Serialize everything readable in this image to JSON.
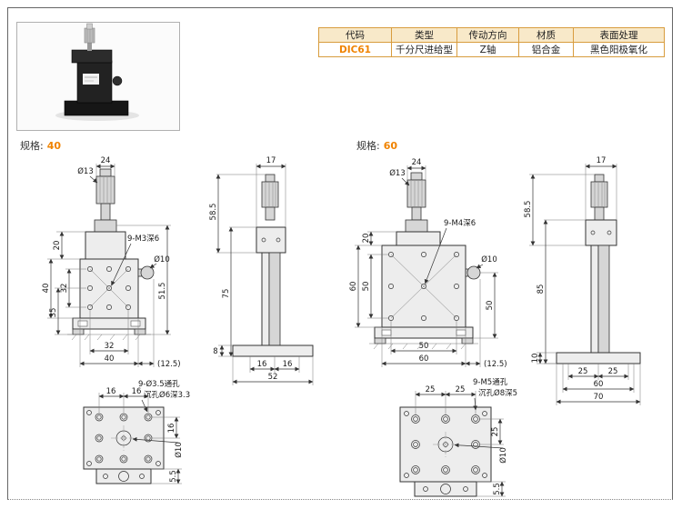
{
  "product_table": {
    "headers": [
      "代码",
      "类型",
      "传动方向",
      "材质",
      "表面处理"
    ],
    "row": {
      "code": "DIC61",
      "type": "千分尺进给型",
      "direction": "Z轴",
      "material": "铝合金",
      "finish": "黑色阳极氧化"
    }
  },
  "colors": {
    "accent": "#f08300",
    "table_border": "#d89c3e",
    "table_header_bg": "#f8e9c9"
  },
  "spec40": {
    "label": "规格:",
    "value": "40",
    "front": {
      "top_width": "24",
      "spindle_dia": "Ø13",
      "block_height": "20",
      "hole_pitch_v": "32",
      "body_height": "40",
      "lower_height": "35",
      "holes_label": "9-M3深6",
      "knob_dia": "Ø10",
      "spindle_height": "51.5",
      "hole_pitch_h": "32",
      "body_width": "40",
      "knob_offset": "(12.5)"
    },
    "side": {
      "top_width": "17",
      "mic_height": "58.5",
      "total_height": "75",
      "base_thickness": "8",
      "pitch_left": "16",
      "pitch_right": "16",
      "base_width": "52"
    },
    "bottom": {
      "pitch_left": "16",
      "pitch_right": "16",
      "holes_label1": "9-Ø3.5通孔",
      "holes_label2": "沉孔Ø6深3.3",
      "pitch_v": "16",
      "center_dia": "Ø10",
      "clamp_thickness": "5.5"
    }
  },
  "spec60": {
    "label": "规格:",
    "value": "60",
    "front": {
      "top_width": "24",
      "spindle_dia": "Ø13",
      "block_height": "20",
      "body_height": "60",
      "hole_pitch_v": "50",
      "holes_label": "9-M4深6",
      "knob_dia": "Ø10",
      "knob_height": "50",
      "hole_pitch_h": "50",
      "body_width": "60",
      "knob_offset": "(12.5)"
    },
    "side": {
      "top_width": "17",
      "mic_height": "58.5",
      "total_height": "85",
      "base_thickness": "10",
      "pitch_left": "25",
      "pitch_right": "25",
      "body_depth": "60",
      "base_depth": "70"
    },
    "bottom": {
      "pitch_left": "25",
      "pitch_right": "25",
      "holes_label1": "9-M5通孔",
      "holes_label2": "沉孔Ø8深5",
      "pitch_v": "25",
      "center_dia": "Ø10",
      "clamp_thickness": "5.5"
    }
  }
}
